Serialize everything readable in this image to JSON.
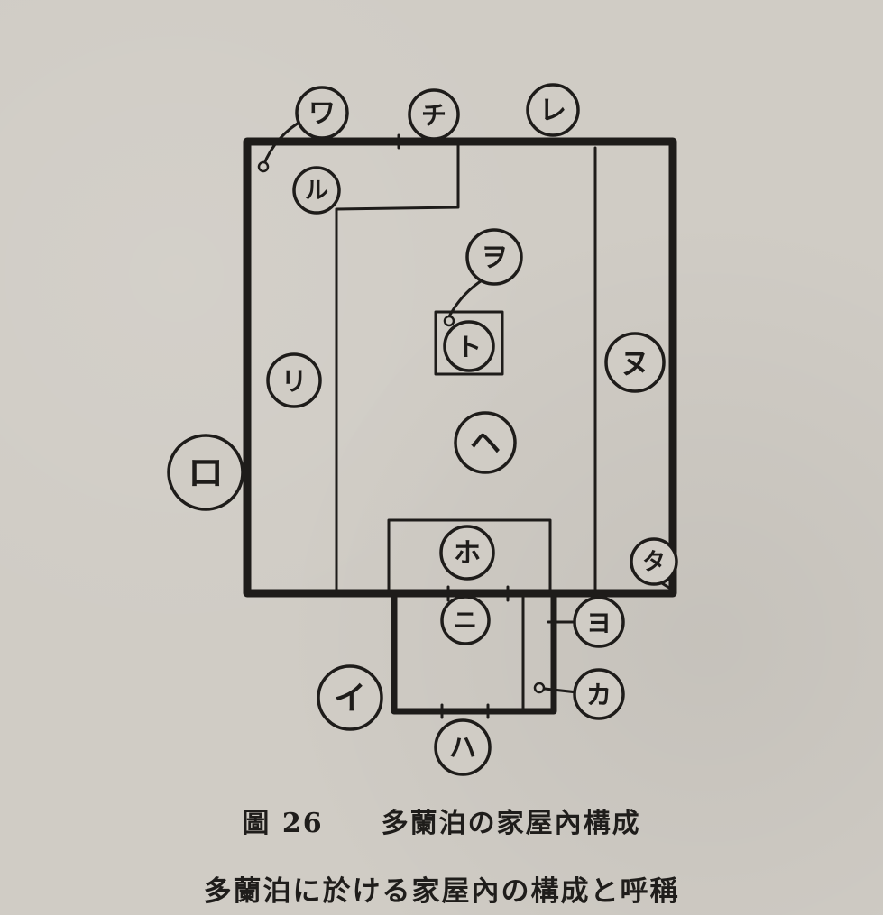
{
  "diagram": {
    "labels": {
      "i": "イ",
      "ro": "ロ",
      "ha": "ハ",
      "ni": "ニ",
      "ho": "ホ",
      "he": "ヘ",
      "to": "ト",
      "chi": "チ",
      "ri": "リ",
      "nu": "ヌ",
      "ru": "ル",
      "wo": "ヲ",
      "wa": "ワ",
      "ka": "カ",
      "yo": "ヨ",
      "ta": "タ",
      "re": "レ"
    }
  },
  "caption": {
    "figure_number": "圖 26",
    "title": "多蘭泊の家屋內構成",
    "subtitle": "多蘭泊に於ける家屋內の構成と呼稱"
  },
  "colors": {
    "ink": "#1e1c1a",
    "paper": "#d0ccc5"
  }
}
